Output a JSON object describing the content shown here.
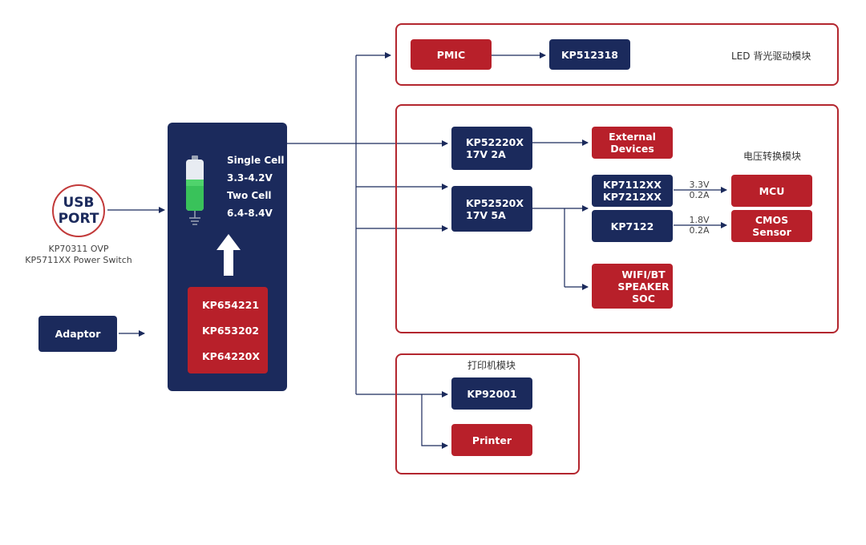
{
  "usb_port": {
    "line1": "USB",
    "line2": "PORT"
  },
  "ovp_caption": {
    "line1": "KP70311 OVP",
    "line2": "KP5711XX Power Switch"
  },
  "adaptor": {
    "label": "Adaptor"
  },
  "battery_panel": {
    "single_cell_title": "Single Cell",
    "single_cell_range": "3.3-4.2V",
    "two_cell_title": "Two Cell",
    "two_cell_range": "6.4-8.4V",
    "charger_chips": [
      "KP654221",
      "KP653202",
      "KP64220X"
    ]
  },
  "led_module": {
    "title": "LED 背光驱动模块",
    "pmic": "PMIC",
    "driver": "KP512318"
  },
  "voltage_module": {
    "title": "电压转换模块",
    "buck1": {
      "line1": "KP52220X",
      "line2": "17V 2A"
    },
    "buck2": {
      "line1": "KP52520X",
      "line2": "17V 5A"
    },
    "external_devices": {
      "line1": "External",
      "line2": "Devices"
    },
    "ldo1": {
      "line1": "KP7112XX",
      "line2": "KP7212XX"
    },
    "ldo2": "KP7122",
    "mcu_rating": {
      "voltage": "3.3V",
      "current": "0.2A"
    },
    "cmos_rating": {
      "voltage": "1.8V",
      "current": "0.2A"
    },
    "mcu": "MCU",
    "cmos": {
      "line1": "CMOS",
      "line2": "Sensor"
    },
    "wifi": {
      "line1": "WIFI/BT",
      "line2": "SPEAKER",
      "line3": "SOC"
    }
  },
  "printer_module": {
    "title": "打印机模块",
    "chip": "KP92001",
    "printer": "Printer"
  },
  "colors": {
    "navy": "#1b2a5c",
    "red": "#b8202a",
    "frame": "#b3262e",
    "battery_green": "#39c25a"
  }
}
